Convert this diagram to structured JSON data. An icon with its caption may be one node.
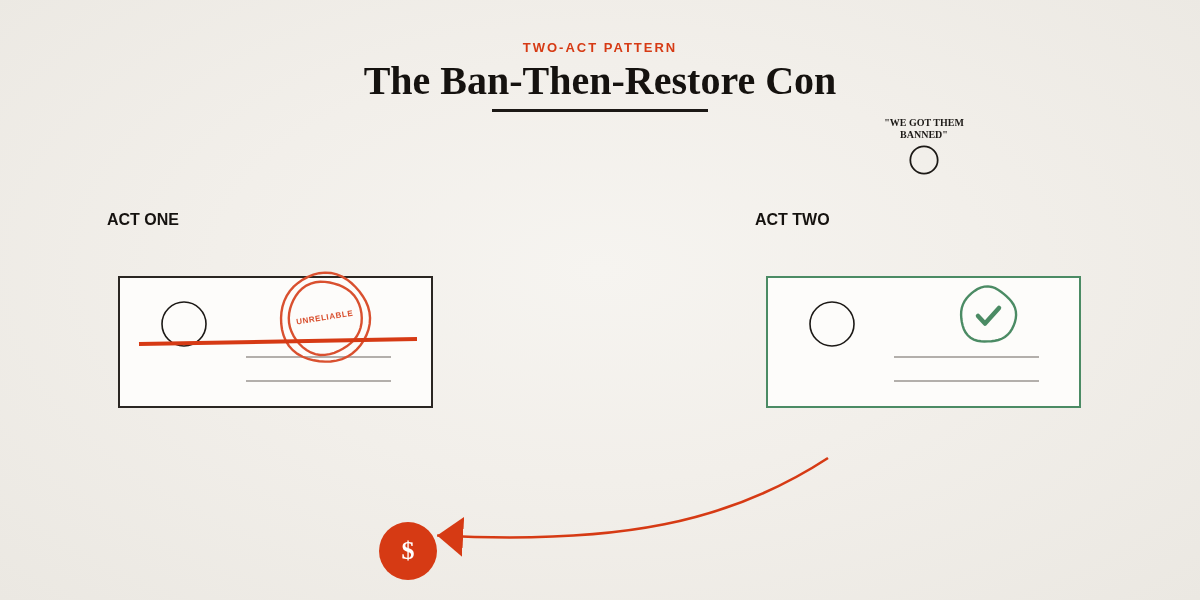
{
  "diagram": {
    "title": "The Ban-Then-Restore Con",
    "nodes": [
      {
        "text": [
          "\"WE GOT THEM BANNED\""
        ]
      },
      {
        "text": [
          "ACT ONE"
        ]
      },
      {
        "text": [
          "UNRELIABLE"
        ],
        "in": 1
      },
      {
        "text": [
          "ACT TWO"
        ]
      },
      {
        "text": [
          "$"
        ]
      }
    ],
    "edges": [
      {
        "from": null,
        "to": 4,
        "arrow": "to",
        "color": "#d63a14"
      }
    ],
    "labels": [
      "TWO-ACT PATTERN"
    ]
  }
}
